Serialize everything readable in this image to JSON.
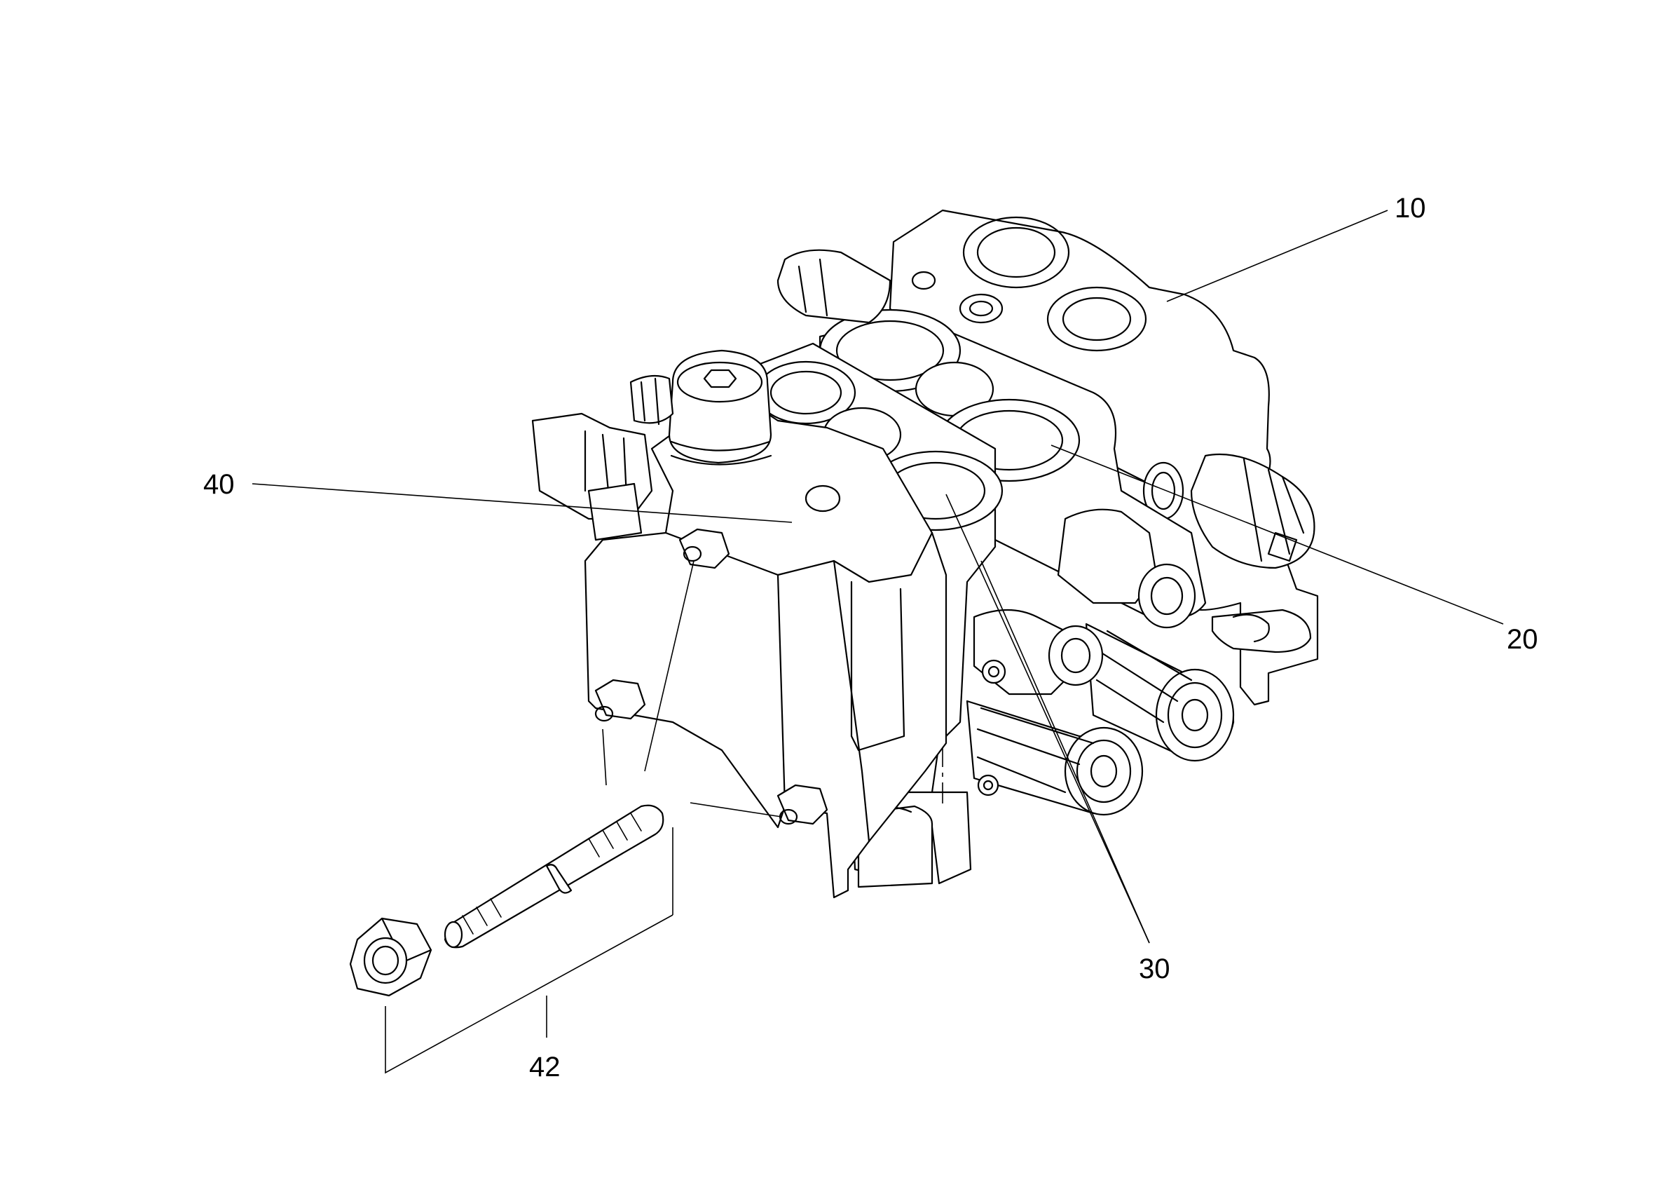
{
  "callouts": [
    {
      "id": "10",
      "text": "10"
    },
    {
      "id": "20",
      "text": "20"
    },
    {
      "id": "30",
      "text": "30"
    },
    {
      "id": "40",
      "text": "40"
    },
    {
      "id": "42",
      "text": "42"
    }
  ],
  "colors": {
    "line": "#000000",
    "background": "#ffffff"
  }
}
